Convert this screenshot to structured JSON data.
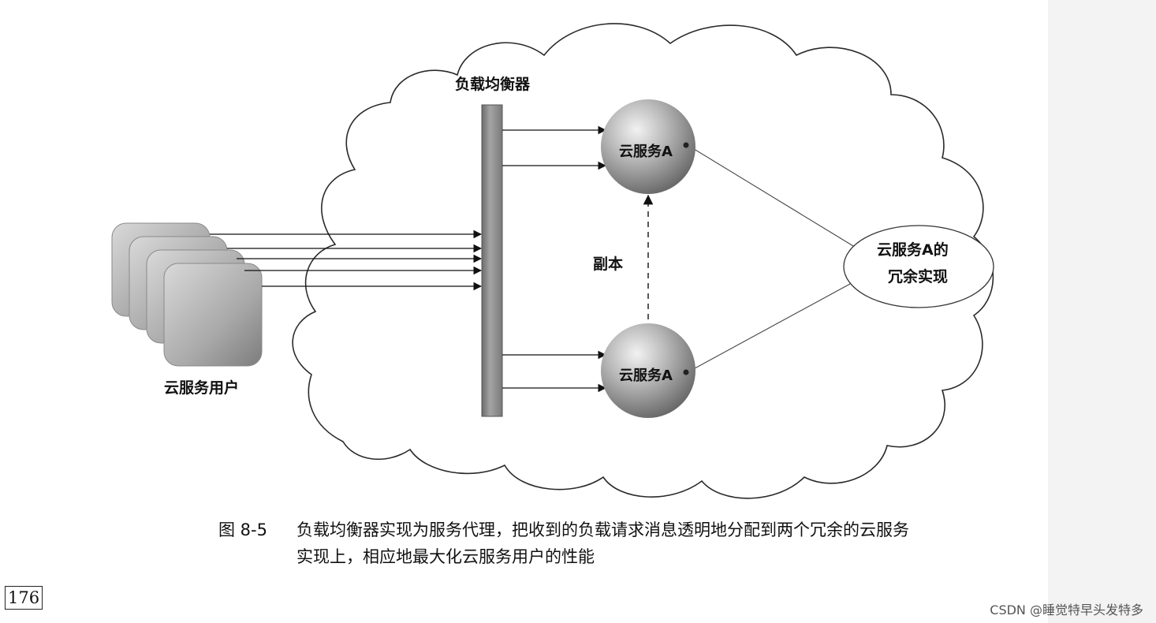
{
  "diagram": {
    "label_load_balancer": "负载均衡器",
    "label_service_top": "云服务A",
    "label_service_bottom": "云服务A",
    "label_replica": "副本",
    "label_redundant_line1": "云服务A的",
    "label_redundant_line2": "冗余实现",
    "label_users": "云服务用户"
  },
  "caption": {
    "figure_number": "图 8-5",
    "text": "负载均衡器实现为服务代理，把收到的负载请求消息透明地分配到两个冗余的云服务实现上，相应地最大化云服务用户的性能"
  },
  "page_number": "176",
  "watermark": "CSDN @睡觉特早头发特多"
}
